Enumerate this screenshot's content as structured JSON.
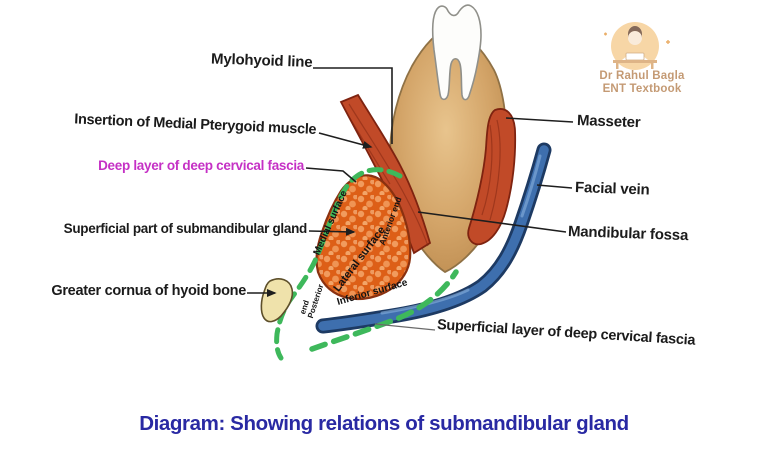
{
  "caption": {
    "text": "Diagram: Showing relations of submandibular gland"
  },
  "watermark": {
    "line1": "Dr Rahul Bagla",
    "line2": "ENT Textbook"
  },
  "callouts": {
    "mylohyoid": "Mylohyoid line",
    "pterygoid": "Insertion of Medial Pterygoid muscle",
    "deep_layer": "Deep layer of deep cervical fascia",
    "superficial_part": "Superficial part of submandibular gland",
    "hyoid": "Greater cornua of hyoid bone",
    "masseter": "Masseter",
    "facial_vein": "Facial vein",
    "mandibular_fossa": "Mandibular fossa",
    "superficial_layer": "Superficial layer of deep cervical fascia"
  },
  "gland_surface_labels": {
    "medial": "Medial surface",
    "anterior": "Anterior end",
    "lateral": "Lateral surface",
    "inferior": "Inferior surface",
    "posterior_line1": "Posterior",
    "posterior_line2": "end"
  },
  "colors": {
    "caption_blue": "#2929a3",
    "label_magenta": "#c531c5",
    "fascia_green": "#3eb85b",
    "gland_orange": "#dd5f17",
    "gland_outline": "#8a3110",
    "muscle_red": "#c14a28",
    "muscle_outline": "#7e2310",
    "vein_blue": "#3e6fae",
    "vein_outline": "#1d3a63",
    "bone_tan": "#d3a468",
    "hyoid_cream": "#efe2ab",
    "leader_black": "#1e1e1e",
    "watermark_tan": "#c49a74"
  }
}
